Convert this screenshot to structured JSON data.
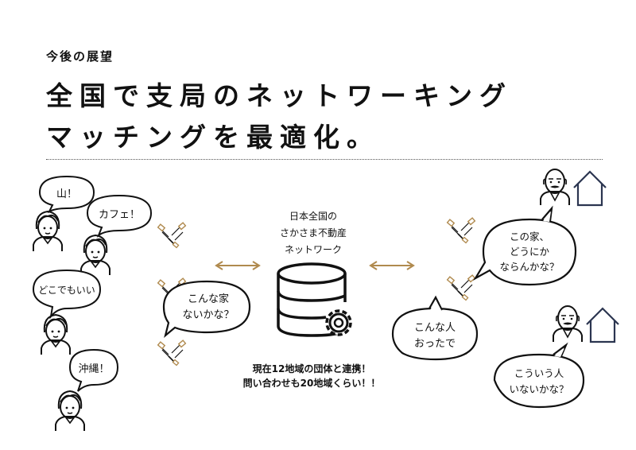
{
  "header": {
    "eyebrow": "今後の展望",
    "headline_line1": "全国で支局のネットワーキング",
    "headline_line2": "マッチングを最適化。"
  },
  "left_bubbles": [
    "山！",
    "カフェ！",
    "どこでもいい",
    "沖縄！"
  ],
  "center": {
    "title_lines": [
      "日本全国の",
      "さかさま不動産",
      "ネットワーク"
    ],
    "agent_left_bubble": [
      "こんな家",
      "ないかな？"
    ],
    "agent_right_bubble": [
      "こんな人",
      "おったで"
    ],
    "caption_lines": [
      "現在12地域の団体と連携！",
      "問い合わせも20地域くらい！！"
    ]
  },
  "right_bubbles": {
    "owner1": [
      "この家、",
      "どうにか",
      "ならんかな？"
    ],
    "owner2": [
      "こういう人",
      "いないかな？"
    ]
  },
  "colors": {
    "accent_arrow": "#b08a4e",
    "house_stroke": "#2b3550",
    "text": "#111111"
  },
  "icons": [
    "person-icon",
    "elderly-person-icon",
    "house-icon",
    "database-icon",
    "gear-icon",
    "handshake-icon",
    "double-arrow-icon"
  ]
}
